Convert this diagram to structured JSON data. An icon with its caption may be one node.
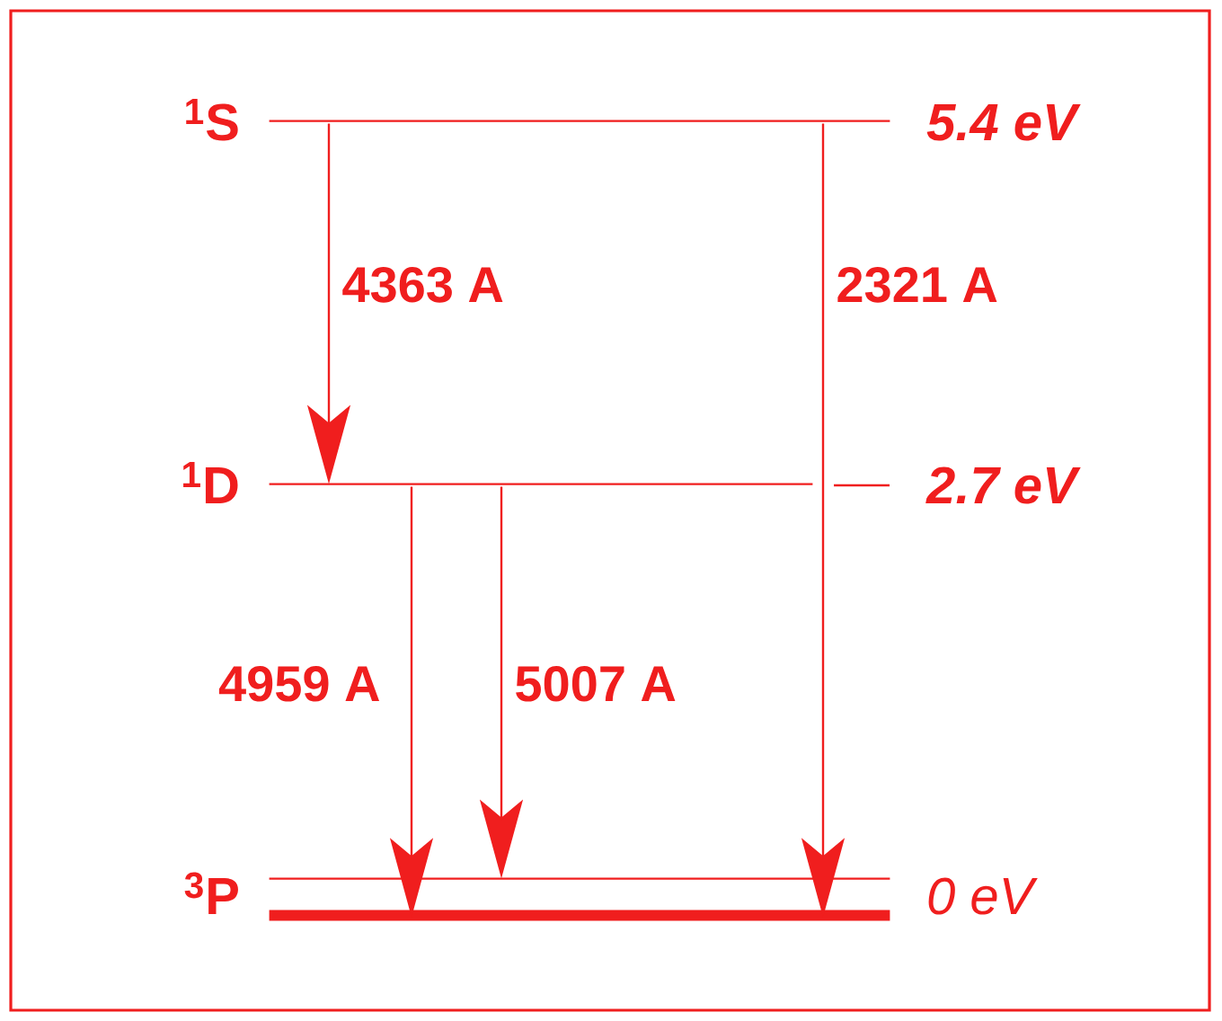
{
  "diagram": {
    "nodes": [
      {
        "text": [
          "$^{1}$S"
        ],
        "beside": [
          "5.4 eV"
        ]
      },
      {
        "text": [
          "$^{1}$D"
        ],
        "beside": [
          "2.7 eV"
        ]
      },
      {
        "text": [
          "$^{3}$P"
        ],
        "beside": [
          "0 eV"
        ]
      }
    ],
    "edges": [
      {
        "from": 0,
        "to": 1,
        "arrow": "to",
        "label": "4363 A"
      },
      {
        "from": 0,
        "to": 2,
        "arrow": "to",
        "label": "2321 A"
      },
      {
        "from": 1,
        "to": 2,
        "arrow": "to",
        "label": "4959 A"
      },
      {
        "from": 1,
        "to": 2,
        "arrow": "to",
        "label": "5007 A"
      }
    ]
  }
}
